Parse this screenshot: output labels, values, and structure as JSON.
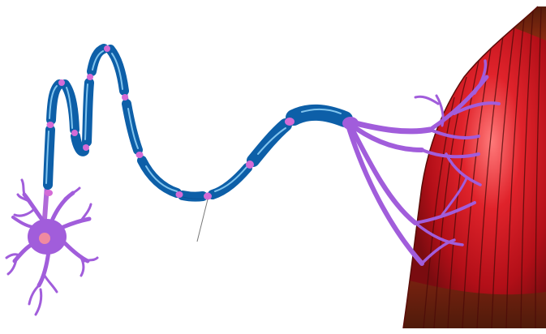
{
  "diagram": {
    "parts": [
      "cell-body",
      "dendrites",
      "nucleus",
      "axon",
      "myelin-sheath",
      "nodes-of-ranvier",
      "axon-terminals",
      "muscle-fiber"
    ]
  },
  "colors": {
    "background": "#ffffff",
    "neuron_purple": "#a15ddb",
    "neuron_purple_dark": "#8a3fc7",
    "nucleus_pink": "#f08aa0",
    "myelin_blue": "#0d5fa8",
    "myelin_highlight": "#8fd0f5",
    "node_pink": "#d46bd6",
    "muscle_red": "#c8111c",
    "muscle_highlight": "#ff6b6b",
    "muscle_dark": "#5a1a0c",
    "muscle_brown": "#6b2a12"
  }
}
